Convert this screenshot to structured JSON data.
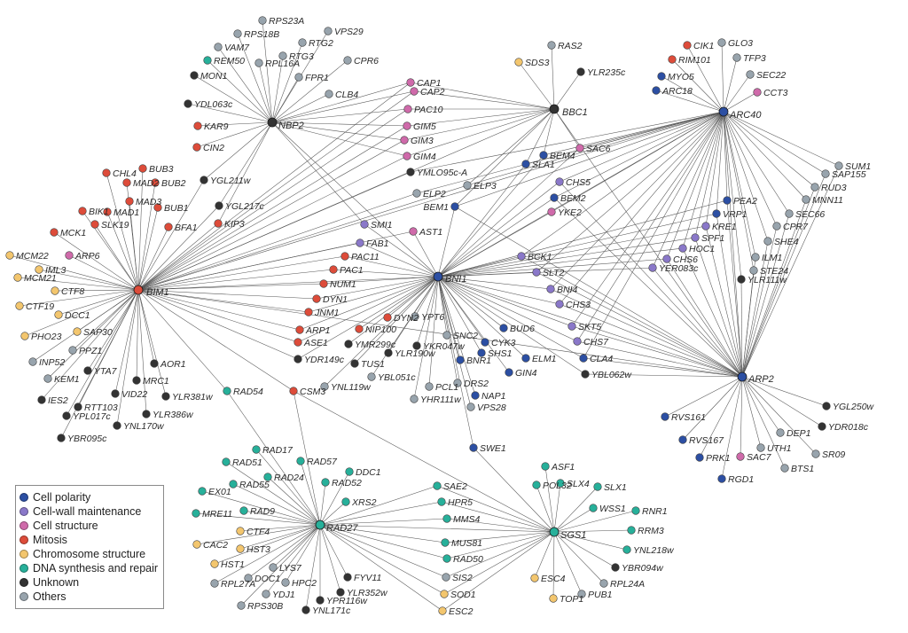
{
  "categories": {
    "polarity": {
      "label": "Cell polarity",
      "color": "#2c4fa3"
    },
    "wall": {
      "label": "Cell-wall maintenance",
      "color": "#8a78c9"
    },
    "structure": {
      "label": "Cell structure",
      "color": "#cf6aaa"
    },
    "mitosis": {
      "label": "Mitosis",
      "color": "#dd4c3a"
    },
    "chromo": {
      "label": "Chromosome structure",
      "color": "#f3c66e"
    },
    "dna": {
      "label": "DNA synthesis and repair",
      "color": "#27b09a"
    },
    "unknown": {
      "label": "Unknown",
      "color": "#333333"
    },
    "others": {
      "label": "Others",
      "color": "#98a4ad"
    }
  },
  "legend": [
    {
      "key": "polarity",
      "label": "Cell polarity"
    },
    {
      "key": "wall",
      "label": "Cell-wall maintenance"
    },
    {
      "key": "structure",
      "label": "Cell structure"
    },
    {
      "key": "mitosis",
      "label": "Mitosis"
    },
    {
      "key": "chromo",
      "label": "Chromosome structure"
    },
    {
      "key": "dna",
      "label": "DNA synthesis and repair"
    },
    {
      "key": "unknown",
      "label": "Unknown"
    },
    {
      "key": "others",
      "label": "Others"
    }
  ],
  "hubs": [
    {
      "id": "BIM1",
      "label": "BIM1",
      "category": "mitosis"
    },
    {
      "id": "BNI1",
      "label": "BNI1",
      "category": "polarity"
    },
    {
      "id": "NBP2",
      "label": "NBP2",
      "category": "unknown"
    },
    {
      "id": "BBC1",
      "label": "BBC1",
      "category": "unknown"
    },
    {
      "id": "ARC40",
      "label": "ARC40",
      "category": "polarity"
    },
    {
      "id": "ARP2",
      "label": "ARP2",
      "category": "polarity"
    },
    {
      "id": "RAD27",
      "label": "RAD27",
      "category": "dna"
    },
    {
      "id": "SGS1",
      "label": "SGS1",
      "category": "dna"
    }
  ],
  "genes": [
    {
      "label": "RPS23A",
      "category": "others"
    },
    {
      "label": "VPS29",
      "category": "others"
    },
    {
      "label": "RPS18B",
      "category": "others"
    },
    {
      "label": "RTG2",
      "category": "others"
    },
    {
      "label": "VAM7",
      "category": "others"
    },
    {
      "label": "RTG3",
      "category": "others"
    },
    {
      "label": "REM50",
      "category": "dna"
    },
    {
      "label": "RPL16A",
      "category": "others"
    },
    {
      "label": "CPR6",
      "category": "others"
    },
    {
      "label": "FPR1",
      "category": "others"
    },
    {
      "label": "MON1",
      "category": "unknown"
    },
    {
      "label": "CLB4",
      "category": "others"
    },
    {
      "label": "YDL063c",
      "category": "unknown"
    },
    {
      "label": "KAR9",
      "category": "mitosis"
    },
    {
      "label": "CIN2",
      "category": "mitosis"
    },
    {
      "label": "SDS3",
      "category": "chromo"
    },
    {
      "label": "RAS2",
      "category": "others"
    },
    {
      "label": "YLR235c",
      "category": "unknown"
    },
    {
      "label": "CAP1",
      "category": "structure"
    },
    {
      "label": "CAP2",
      "category": "structure"
    },
    {
      "label": "PAC10",
      "category": "structure"
    },
    {
      "label": "GIM5",
      "category": "structure"
    },
    {
      "label": "GIM3",
      "category": "structure"
    },
    {
      "label": "GIM4",
      "category": "structure"
    },
    {
      "label": "YMLO95c-A",
      "category": "unknown"
    },
    {
      "label": "SAC6",
      "category": "structure"
    },
    {
      "label": "BEM4",
      "category": "polarity"
    },
    {
      "label": "SLA1",
      "category": "polarity"
    },
    {
      "label": "ELP3",
      "category": "others"
    },
    {
      "label": "ELP2",
      "category": "others"
    },
    {
      "label": "CHS5",
      "category": "wall"
    },
    {
      "label": "BEM1",
      "category": "polarity"
    },
    {
      "label": "BEM2",
      "category": "polarity"
    },
    {
      "label": "YKE2",
      "category": "structure"
    },
    {
      "label": "CIK1",
      "category": "mitosis"
    },
    {
      "label": "GLO3",
      "category": "others"
    },
    {
      "label": "RIM101",
      "category": "mitosis"
    },
    {
      "label": "TFP3",
      "category": "others"
    },
    {
      "label": "MYO5",
      "category": "polarity"
    },
    {
      "label": "SEC22",
      "category": "others"
    },
    {
      "label": "ARC18",
      "category": "polarity"
    },
    {
      "label": "CCT3",
      "category": "structure"
    },
    {
      "label": "SUM1",
      "category": "others"
    },
    {
      "label": "SAP155",
      "category": "others"
    },
    {
      "label": "RUD3",
      "category": "others"
    },
    {
      "label": "MNN11",
      "category": "others"
    },
    {
      "label": "SEC66",
      "category": "others"
    },
    {
      "label": "PEA2",
      "category": "polarity"
    },
    {
      "label": "VRP1",
      "category": "polarity"
    },
    {
      "label": "CPR7",
      "category": "others"
    },
    {
      "label": "KRE1",
      "category": "wall"
    },
    {
      "label": "SHE4",
      "category": "others"
    },
    {
      "label": "SPF1",
      "category": "wall"
    },
    {
      "label": "ILM1",
      "category": "others"
    },
    {
      "label": "HOC1",
      "category": "wall"
    },
    {
      "label": "STE24",
      "category": "others"
    },
    {
      "label": "CHS6",
      "category": "wall"
    },
    {
      "label": "YLR111w",
      "category": "unknown"
    },
    {
      "label": "YER083c",
      "category": "wall"
    },
    {
      "label": "BUB3",
      "category": "mitosis"
    },
    {
      "label": "MAD2",
      "category": "mitosis"
    },
    {
      "label": "BUB2",
      "category": "mitosis"
    },
    {
      "label": "CHL4",
      "category": "mitosis"
    },
    {
      "label": "MAD3",
      "category": "mitosis"
    },
    {
      "label": "MAD1",
      "category": "mitosis"
    },
    {
      "label": "BUB1",
      "category": "mitosis"
    },
    {
      "label": "BIK1",
      "category": "mitosis"
    },
    {
      "label": "SLK19",
      "category": "mitosis"
    },
    {
      "label": "BFA1",
      "category": "mitosis"
    },
    {
      "label": "MCK1",
      "category": "mitosis"
    },
    {
      "label": "YGL211w",
      "category": "unknown"
    },
    {
      "label": "YGL217c",
      "category": "unknown"
    },
    {
      "label": "KIP3",
      "category": "mitosis"
    },
    {
      "label": "ARP6",
      "category": "structure"
    },
    {
      "label": "MCM22",
      "category": "chromo"
    },
    {
      "label": "MCM21",
      "category": "chromo"
    },
    {
      "label": "IML3",
      "category": "chromo"
    },
    {
      "label": "CTF8",
      "category": "chromo"
    },
    {
      "label": "CTF19",
      "category": "chromo"
    },
    {
      "label": "DCC1",
      "category": "chromo"
    },
    {
      "label": "SAP30",
      "category": "chromo"
    },
    {
      "label": "PHO23",
      "category": "chromo"
    },
    {
      "label": "INP52",
      "category": "others"
    },
    {
      "label": "PPZ1",
      "category": "others"
    },
    {
      "label": "KEM1",
      "category": "others"
    },
    {
      "label": "YTA7",
      "category": "unknown"
    },
    {
      "label": "IES2",
      "category": "unknown"
    },
    {
      "label": "RTT103",
      "category": "unknown"
    },
    {
      "label": "YPL017c",
      "category": "unknown"
    },
    {
      "label": "VID22",
      "category": "unknown"
    },
    {
      "label": "MRC1",
      "category": "unknown"
    },
    {
      "label": "AOR1",
      "category": "unknown"
    },
    {
      "label": "YLR381w",
      "category": "unknown"
    },
    {
      "label": "YLR386w",
      "category": "unknown"
    },
    {
      "label": "YNL170w",
      "category": "unknown"
    },
    {
      "label": "YBR095c",
      "category": "unknown"
    },
    {
      "label": "SMI1",
      "category": "wall"
    },
    {
      "label": "AST1",
      "category": "structure"
    },
    {
      "label": "FAB1",
      "category": "wall"
    },
    {
      "label": "PAC11",
      "category": "mitosis"
    },
    {
      "label": "PAC1",
      "category": "mitosis"
    },
    {
      "label": "NUM1",
      "category": "mitosis"
    },
    {
      "label": "DYN1",
      "category": "mitosis"
    },
    {
      "label": "JNM1",
      "category": "mitosis"
    },
    {
      "label": "ARP1",
      "category": "mitosis"
    },
    {
      "label": "ASE1",
      "category": "mitosis"
    },
    {
      "label": "YDR149c",
      "category": "unknown"
    },
    {
      "label": "BCK1",
      "category": "wall"
    },
    {
      "label": "SLT2",
      "category": "wall"
    },
    {
      "label": "BNI4",
      "category": "wall"
    },
    {
      "label": "CHS3",
      "category": "wall"
    },
    {
      "label": "SKT5",
      "category": "wall"
    },
    {
      "label": "CHS7",
      "category": "wall"
    },
    {
      "label": "CLA4",
      "category": "polarity"
    },
    {
      "label": "YBL062w",
      "category": "unknown"
    },
    {
      "label": "NIP100",
      "category": "mitosis"
    },
    {
      "label": "DYN2",
      "category": "mitosis"
    },
    {
      "label": "YMR299c",
      "category": "unknown"
    },
    {
      "label": "YPT6",
      "category": "others"
    },
    {
      "label": "SNC2",
      "category": "others"
    },
    {
      "label": "TUS1",
      "category": "unknown"
    },
    {
      "label": "YLR190w",
      "category": "unknown"
    },
    {
      "label": "YKR047w",
      "category": "unknown"
    },
    {
      "label": "BUD6",
      "category": "polarity"
    },
    {
      "label": "CYK3",
      "category": "polarity"
    },
    {
      "label": "YNL119w",
      "category": "others"
    },
    {
      "label": "YBL051c",
      "category": "others"
    },
    {
      "label": "BNR1",
      "category": "polarity"
    },
    {
      "label": "SHS1",
      "category": "polarity"
    },
    {
      "label": "ELM1",
      "category": "polarity"
    },
    {
      "label": "GIN4",
      "category": "polarity"
    },
    {
      "label": "PCL1",
      "category": "others"
    },
    {
      "label": "DRS2",
      "category": "others"
    },
    {
      "label": "NAP1",
      "category": "polarity"
    },
    {
      "label": "YHR111w",
      "category": "others"
    },
    {
      "label": "VPS28",
      "category": "others"
    },
    {
      "label": "RAD54",
      "category": "dna"
    },
    {
      "label": "CSM3",
      "category": "mitosis"
    },
    {
      "label": "SWE1",
      "category": "polarity"
    },
    {
      "label": "RAD17",
      "category": "dna"
    },
    {
      "label": "RAD57",
      "category": "dna"
    },
    {
      "label": "RAD51",
      "category": "dna"
    },
    {
      "label": "RAD24",
      "category": "dna"
    },
    {
      "label": "DDC1",
      "category": "dna"
    },
    {
      "label": "RAD55",
      "category": "dna"
    },
    {
      "label": "RAD52",
      "category": "dna"
    },
    {
      "label": "EX01",
      "category": "dna"
    },
    {
      "label": "RAD9",
      "category": "dna"
    },
    {
      "label": "XRS2",
      "category": "dna"
    },
    {
      "label": "MRE11",
      "category": "dna"
    },
    {
      "label": "CTF4",
      "category": "chromo"
    },
    {
      "label": "CAC2",
      "category": "chromo"
    },
    {
      "label": "HST3",
      "category": "chromo"
    },
    {
      "label": "HST1",
      "category": "chromo"
    },
    {
      "label": "LYS7",
      "category": "others"
    },
    {
      "label": "DOC1",
      "category": "others"
    },
    {
      "label": "RPL27A",
      "category": "others"
    },
    {
      "label": "YDJ1",
      "category": "others"
    },
    {
      "label": "HPC2",
      "category": "others"
    },
    {
      "label": "RPS30B",
      "category": "others"
    },
    {
      "label": "FYV11",
      "category": "unknown"
    },
    {
      "label": "YLR352w",
      "category": "unknown"
    },
    {
      "label": "YPR116w",
      "category": "unknown"
    },
    {
      "label": "YNL171c",
      "category": "unknown"
    },
    {
      "label": "SAE2",
      "category": "dna"
    },
    {
      "label": "HPR5",
      "category": "dna"
    },
    {
      "label": "MMS4",
      "category": "dna"
    },
    {
      "label": "MUS81",
      "category": "dna"
    },
    {
      "label": "RAD50",
      "category": "dna"
    },
    {
      "label": "SIS2",
      "category": "others"
    },
    {
      "label": "SOD1",
      "category": "chromo"
    },
    {
      "label": "ESC2",
      "category": "chromo"
    },
    {
      "label": "ASF1",
      "category": "dna"
    },
    {
      "label": "SLX4",
      "category": "dna"
    },
    {
      "label": "SLX1",
      "category": "dna"
    },
    {
      "label": "POL32",
      "category": "dna"
    },
    {
      "label": "WSS1",
      "category": "dna"
    },
    {
      "label": "RNR1",
      "category": "dna"
    },
    {
      "label": "RRM3",
      "category": "dna"
    },
    {
      "label": "YNL218w",
      "category": "dna"
    },
    {
      "label": "YBR094w",
      "category": "unknown"
    },
    {
      "label": "RPL24A",
      "category": "others"
    },
    {
      "label": "PUB1",
      "category": "others"
    },
    {
      "label": "ESC4",
      "category": "chromo"
    },
    {
      "label": "TOP1",
      "category": "chromo"
    },
    {
      "label": "RVS161",
      "category": "polarity"
    },
    {
      "label": "RVS167",
      "category": "polarity"
    },
    {
      "label": "PRK1",
      "category": "polarity"
    },
    {
      "label": "RGD1",
      "category": "polarity"
    },
    {
      "label": "SAC7",
      "category": "structure"
    },
    {
      "label": "UTH1",
      "category": "others"
    },
    {
      "label": "DEP1",
      "category": "others"
    },
    {
      "label": "BTS1",
      "category": "others"
    },
    {
      "label": "SR09",
      "category": "others"
    },
    {
      "label": "YGL250w",
      "category": "unknown"
    },
    {
      "label": "YDR018c",
      "category": "unknown"
    }
  ]
}
